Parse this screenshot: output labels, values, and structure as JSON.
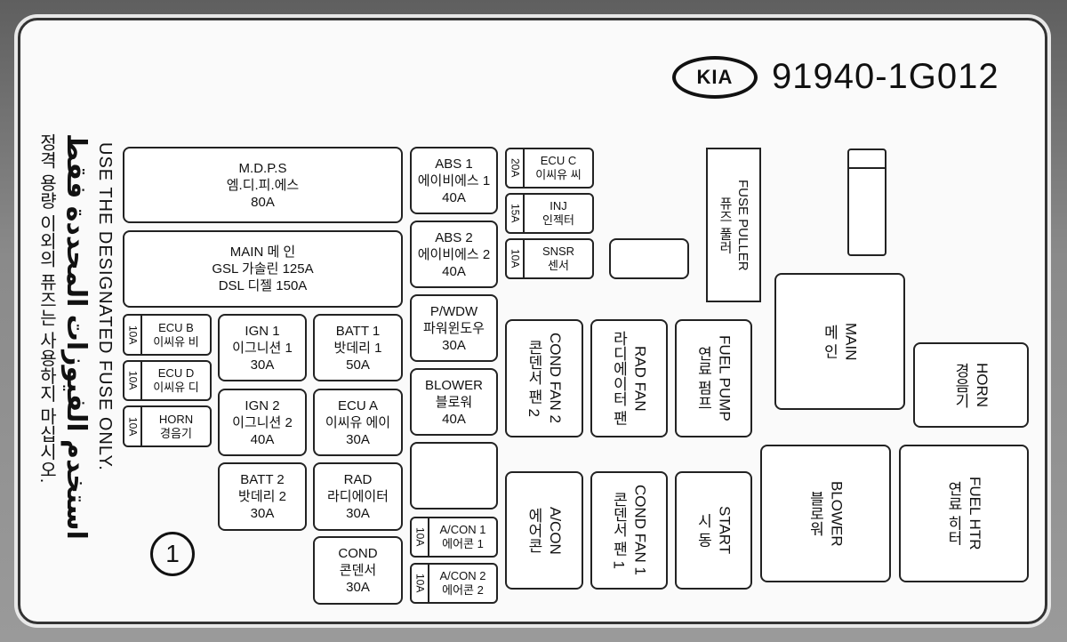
{
  "header": {
    "brand": "KIA",
    "part_number": "91940-1G012"
  },
  "notice": {
    "english": "USE THE DESIGNATED FUSE ONLY.",
    "arabic": "استخدم الفيوزات المحددة فقط",
    "korean": "정격 용량 이외의 퓨즈는 사용하지 마십시오."
  },
  "position_marker": "1",
  "fuses": {
    "mdps": {
      "en": "M.D.P.S",
      "ko": "엠.디.피.에스",
      "amp": "80A"
    },
    "main": {
      "l1": "MAIN 메 인",
      "l2": "GSL 가솔린 125A",
      "l3": "DSL 디젤 150A"
    },
    "ecu_b": {
      "amp": "10A",
      "en": "ECU B",
      "ko": "이씨유 비"
    },
    "ecu_d": {
      "amp": "10A",
      "en": "ECU D",
      "ko": "이씨유 디"
    },
    "horn_small": {
      "amp": "10A",
      "en": "HORN",
      "ko": "경음기"
    },
    "ign1": {
      "en": "IGN 1",
      "ko": "이그니션 1",
      "amp": "30A"
    },
    "batt1": {
      "en": "BATT 1",
      "ko": "밧데리 1",
      "amp": "50A"
    },
    "ign2": {
      "en": "IGN 2",
      "ko": "이그니션 2",
      "amp": "40A"
    },
    "ecu_a": {
      "en": "ECU A",
      "ko": "이씨유 에이",
      "amp": "30A"
    },
    "batt2": {
      "en": "BATT 2",
      "ko": "밧데리 2",
      "amp": "30A"
    },
    "rad": {
      "en": "RAD",
      "ko": "라디에이터",
      "amp": "30A"
    },
    "cond": {
      "en": "COND",
      "ko": "콘덴서",
      "amp": "30A"
    },
    "abs1": {
      "en": "ABS 1",
      "ko": "에이비에스 1",
      "amp": "40A"
    },
    "abs2": {
      "en": "ABS 2",
      "ko": "에이비에스 2",
      "amp": "40A"
    },
    "pwdw": {
      "en": "P/WDW",
      "ko": "파워윈도우",
      "amp": "30A"
    },
    "blower": {
      "en": "BLOWER",
      "ko": "블로워",
      "amp": "40A"
    },
    "acon1": {
      "amp": "10A",
      "en": "A/CON 1",
      "ko": "에어콘 1"
    },
    "acon2": {
      "amp": "10A",
      "en": "A/CON 2",
      "ko": "에어콘 2"
    },
    "ecu_c": {
      "amp": "20A",
      "en": "ECU C",
      "ko": "이씨유 씨"
    },
    "inj": {
      "amp": "15A",
      "en": "INJ",
      "ko": "인젝터"
    },
    "snsr": {
      "amp": "10A",
      "en": "SNSR",
      "ko": "센서"
    },
    "fuse_puller": {
      "en": "FUSE PULLER",
      "ko": "퓨즈 풀러"
    },
    "cond_fan2": {
      "en": "COND FAN 2",
      "ko": "콘덴서 팬 2"
    },
    "rad_fan": {
      "en": "RAD FAN",
      "ko": "라디에이터 팬"
    },
    "fuel_pump": {
      "en": "FUEL PUMP",
      "ko": "연료 펌프"
    },
    "acon": {
      "en": "A/CON",
      "ko": "에어콘"
    },
    "cond_fan1": {
      "en": "COND FAN 1",
      "ko": "콘덴서 팬 1"
    },
    "start": {
      "en": "START",
      "ko": "시 동"
    },
    "main_relay": {
      "en": "MAIN",
      "ko": "메 인"
    },
    "horn_relay": {
      "en": "HORN",
      "ko": "경음기"
    },
    "blower_relay": {
      "en": "BLOWER",
      "ko": "블로워"
    },
    "fuel_htr": {
      "en": "FUEL HTR",
      "ko": "연료 히터"
    }
  }
}
